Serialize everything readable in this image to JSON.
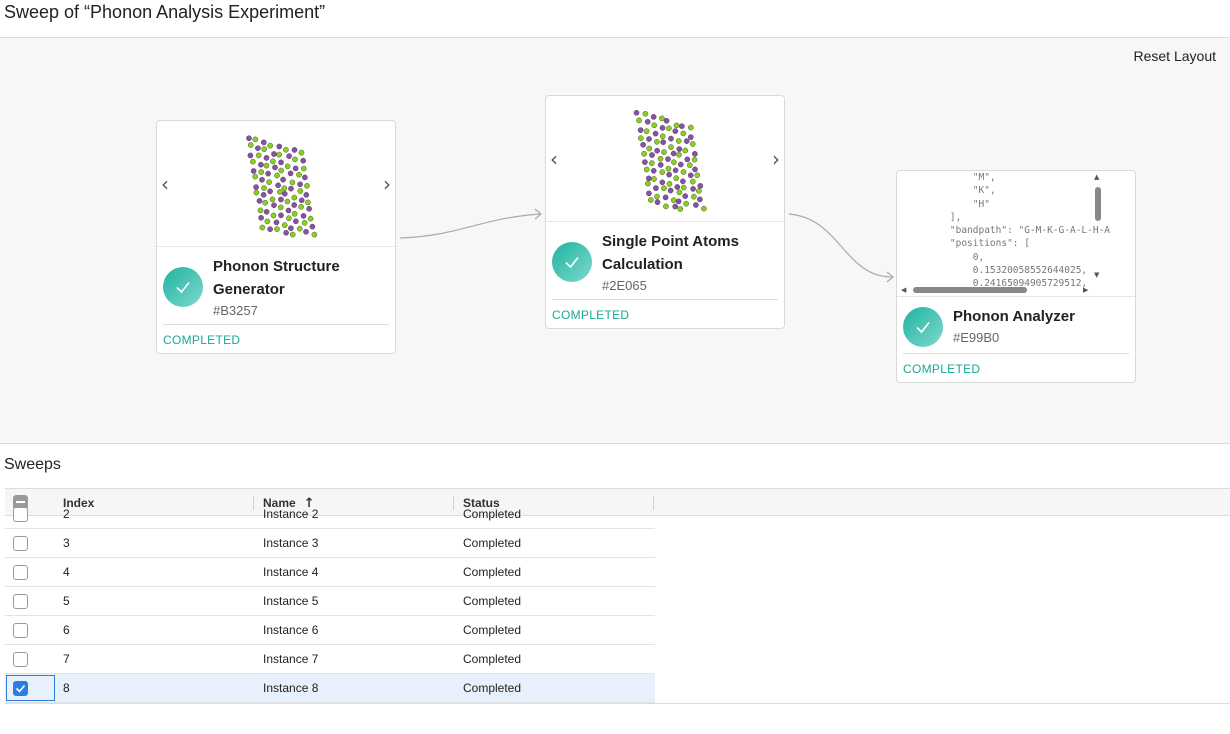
{
  "page": {
    "title": "Sweep of “Phonon Analysis Experiment”"
  },
  "canvas": {
    "reset_label": "Reset Layout",
    "nodes": [
      {
        "title": "Phonon Structure Generator",
        "code": "#B3257",
        "status": "COMPLETED",
        "preview": "atoms-structure"
      },
      {
        "title": "Single Point Atoms Calculation",
        "code": "#2E065",
        "status": "COMPLETED",
        "preview": "atoms-structure"
      },
      {
        "title": "Phonon Analyzer",
        "code": "#E99B0",
        "status": "COMPLETED",
        "preview": "json",
        "json_text": "        \"M\",\n        \"K\",\n        \"H\"\n    ],\n    \"bandpath\": \"G-M-K-G-A-L-H-A\n    \"positions\": [\n        0,\n        0.15320058552644025,\n        0.24165094905729512,"
      }
    ],
    "colors": {
      "accent": "#1aa894",
      "atom_a": "#8ad21a",
      "atom_b": "#8a4fa8"
    }
  },
  "sweeps": {
    "label": "Sweeps",
    "columns": {
      "index": "Index",
      "name": "Name",
      "status": "Status"
    },
    "sort": {
      "column": "Name",
      "direction": "ascending"
    },
    "rows": [
      {
        "index": "2",
        "name": "Instance 2",
        "status": "Completed",
        "selected": false
      },
      {
        "index": "3",
        "name": "Instance 3",
        "status": "Completed",
        "selected": false
      },
      {
        "index": "4",
        "name": "Instance 4",
        "status": "Completed",
        "selected": false
      },
      {
        "index": "5",
        "name": "Instance 5",
        "status": "Completed",
        "selected": false
      },
      {
        "index": "6",
        "name": "Instance 6",
        "status": "Completed",
        "selected": false
      },
      {
        "index": "7",
        "name": "Instance 7",
        "status": "Completed",
        "selected": false
      },
      {
        "index": "8",
        "name": "Instance 8",
        "status": "Completed",
        "selected": true
      }
    ]
  }
}
